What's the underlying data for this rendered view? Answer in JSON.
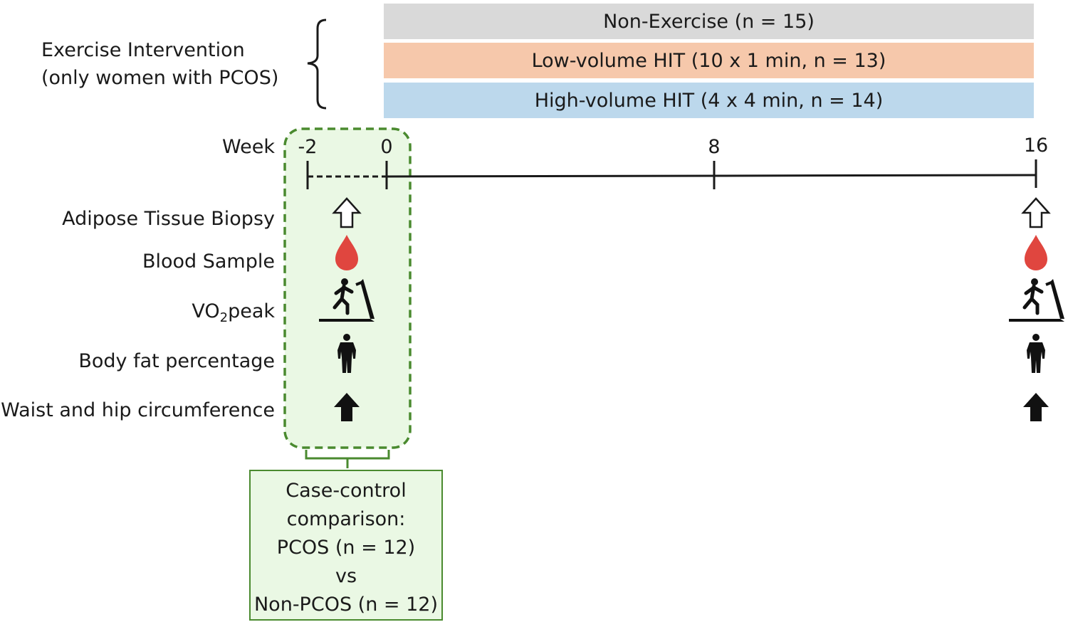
{
  "colors": {
    "non_exercise": "#d9d9d9",
    "low_volume": "#f6c8ab",
    "high_volume": "#bcd8ec",
    "baseline_fill": "#eaf8e4",
    "baseline_border": "#4a8a2f",
    "blood": "#e0463f"
  },
  "intervention": {
    "label_line1": "Exercise Intervention",
    "label_line2": "(only women with PCOS)",
    "groups": [
      {
        "label": "Non-Exercise (n = 15)"
      },
      {
        "label": "Low-volume HIT (10 x 1 min, n = 13)"
      },
      {
        "label": "High-volume HIT (4 x 4 min, n = 14)"
      }
    ]
  },
  "timeline": {
    "axis_label": "Week",
    "ticks": [
      {
        "label": "-2",
        "week": -2
      },
      {
        "label": "0",
        "week": 0
      },
      {
        "label": "8",
        "week": 8
      },
      {
        "label": "16",
        "week": 16
      }
    ]
  },
  "measurements": [
    {
      "label": "Adipose Tissue Biopsy",
      "icon": "open-arrow-up-icon"
    },
    {
      "label": "Blood Sample",
      "icon": "blood-drop-icon"
    },
    {
      "label_main": "VO",
      "label_sub": "2",
      "label_end": "peak",
      "icon": "treadmill-runner-icon"
    },
    {
      "label": "Body fat percentage",
      "icon": "human-body-icon"
    },
    {
      "label": "Waist and hip circumference",
      "icon": "filled-arrow-up-icon"
    }
  ],
  "case_control": {
    "lines": [
      "Case-control",
      "comparison:",
      "PCOS (n = 12)",
      "vs",
      "Non-PCOS (n = 12)"
    ]
  }
}
